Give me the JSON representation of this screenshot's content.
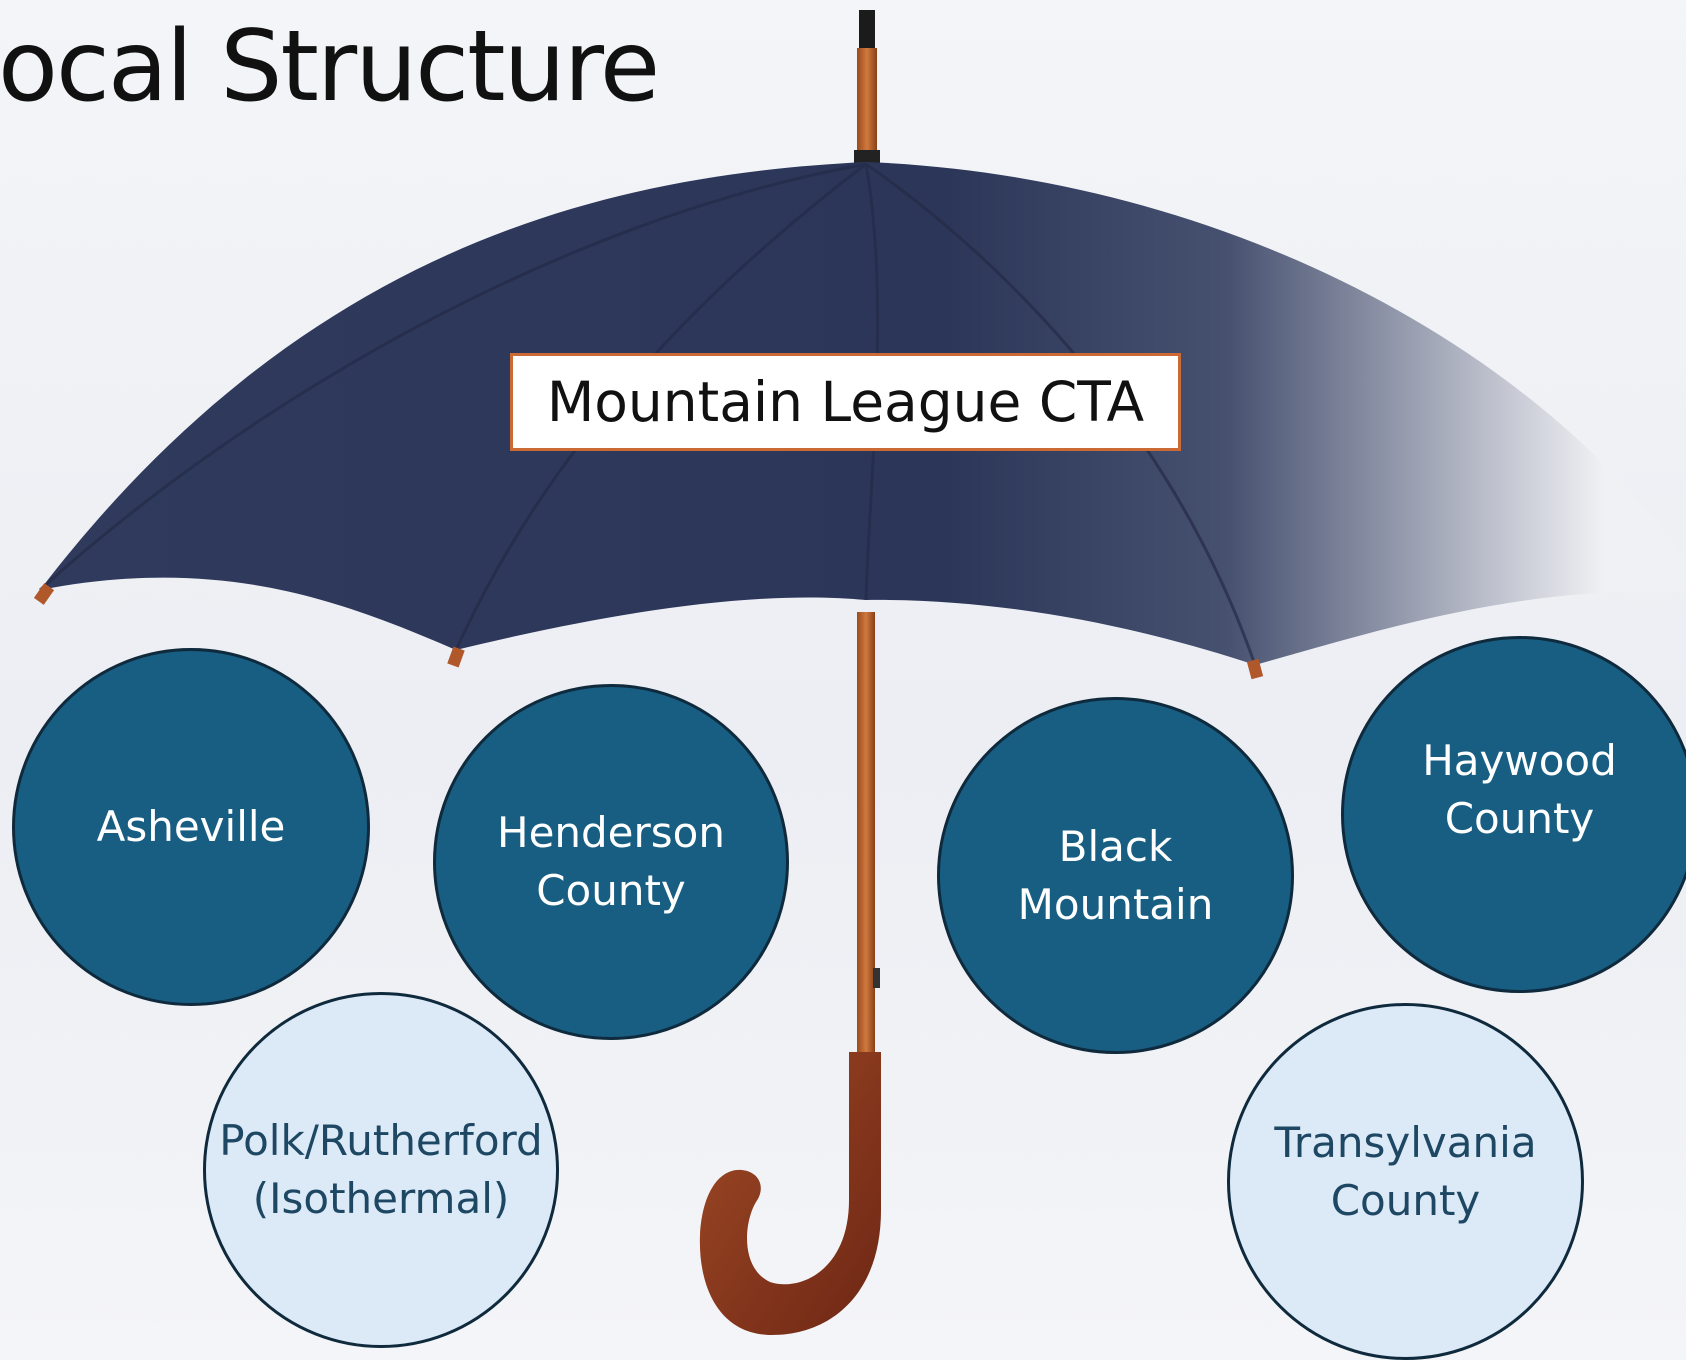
{
  "slide": {
    "title": "ocal Structure"
  },
  "umbrella": {
    "label": "Mountain League CTA"
  },
  "locals": [
    {
      "lines": [
        "Asheville"
      ],
      "style": "dark"
    },
    {
      "lines": [
        "Henderson",
        "County"
      ],
      "style": "dark"
    },
    {
      "lines": [
        "Black",
        "Mountain"
      ],
      "style": "dark"
    },
    {
      "lines": [
        "Haywood",
        "County"
      ],
      "style": "dark"
    },
    {
      "lines": [
        "Polk/Rutherford",
        "(Isothermal)"
      ],
      "style": "light"
    },
    {
      "lines": [
        "Transylvania",
        "County"
      ],
      "style": "light"
    }
  ],
  "colors": {
    "dark_circle": "#175e82",
    "light_circle": "#dce9f7",
    "canopy": "#2b3557",
    "label_border": "#cc6a35"
  }
}
